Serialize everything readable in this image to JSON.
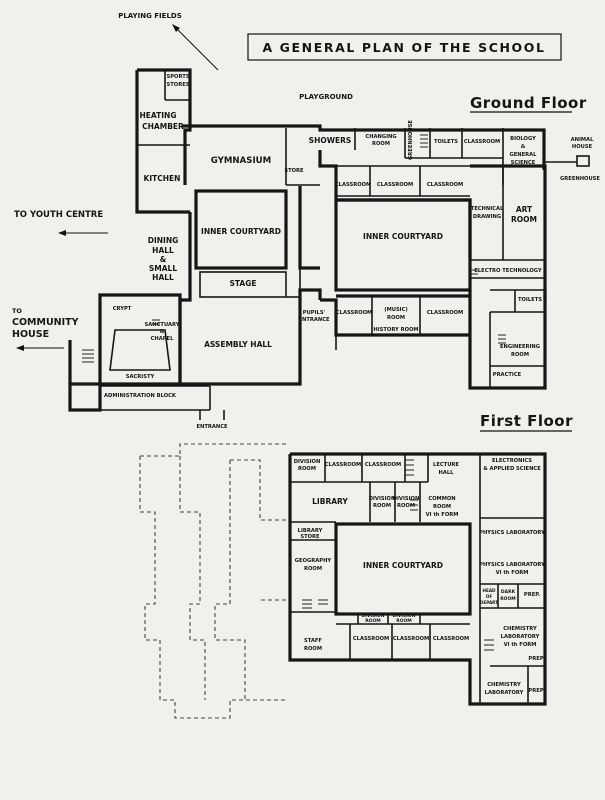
{
  "title": "A GENERAL PLAN OF THE SCHOOL",
  "ground_floor": {
    "heading": "Ground Floor",
    "outside": {
      "playing_fields": "PLAYING FIELDS",
      "playground": "PLAYGROUND",
      "youth_centre": "TO YOUTH CENTRE",
      "community_to": "TO",
      "community_1": "COMMUNITY",
      "community_2": "HOUSE",
      "entrance": "ENTRANCE",
      "animal_house_1": "ANIMAL",
      "animal_house_2": "HOUSE",
      "greenhouse": "GREENHOUSE"
    },
    "rooms": {
      "sports_stores_1": "SPORTS",
      "sports_stores_2": "STORES",
      "heating_chamber_1": "HEATING",
      "heating_chamber_2": "CHAMBER",
      "kitchen": "KITCHEN",
      "dining_1": "DINING",
      "dining_2": "HALL",
      "dining_3": "&",
      "dining_4": "SMALL",
      "dining_5": "HALL",
      "gymnasium": "GYMNASIUM",
      "store": "STORE",
      "showers": "SHOWERS",
      "changing_1": "CHANGING",
      "changing_2": "ROOM",
      "greenhouse_small": "GREENHOUSE",
      "toilets_1": "TOILETS",
      "classroom_top": "CLASSROOM",
      "biology_1": "BIOLOGY",
      "biology_2": "&",
      "biology_3": "GENERAL",
      "biology_4": "SCIENCE",
      "inner_courtyard_1": "INNER COURTYARD",
      "inner_courtyard_2": "INNER COURTYARD",
      "classroom_a": "CLASSROOM",
      "classroom_b": "CLASSROOM",
      "classroom_c": "CLASSROOM",
      "technical_1": "TECHNICAL",
      "technical_2": "DRAWING",
      "art_1": "ART",
      "art_2": "ROOM",
      "electro": "ELECTRO TECHNOLOGY",
      "stage": "STAGE",
      "pupils_1": "PUPILS'",
      "pupils_2": "ENTRANCE",
      "classroom_d": "CLASSROOM",
      "music_1": "(MUSIC)",
      "music_2": "ROOM",
      "history": "HISTORY ROOM",
      "classroom_e": "CLASSROOM",
      "toilets_2": "TOILETS",
      "engineering_1": "ENGINEERING",
      "engineering_2": "ROOM",
      "practice": "PRACTICE",
      "crypt": "CRYPT",
      "sanctuary_1": "SANCTUARY",
      "sanctuary_2": "&",
      "sanctuary_3": "CHAPEL",
      "sacristy": "SACRISTY",
      "admin": "ADMINISTRATION BLOCK",
      "assembly": "ASSEMBLY HALL"
    }
  },
  "first_floor": {
    "heading": "First Floor",
    "rooms": {
      "division_1": "DIVISION",
      "division_1b": "ROOM",
      "classroom_1": "CLASSROOM",
      "classroom_2": "CLASSROOM",
      "lecture_1": "LECTURE",
      "lecture_2": "HALL",
      "electronics_1": "ELECTRONICS",
      "electronics_2": "& APPLIED SCIENCE",
      "library": "LIBRARY",
      "division_2": "DIVISION",
      "division_2b": "ROOM",
      "division_3": "DIVISION",
      "division_3b": "ROOM",
      "common_1": "COMMON",
      "common_2": "ROOM",
      "common_3": "VI th FORM",
      "physics_lab": "PHYSICS LABORATORY",
      "library_store_1": "LIBRARY",
      "library_store_2": "STORE",
      "inner_courtyard": "INNER COURTYARD",
      "geography_1": "GEOGRAPHY",
      "geography_2": "ROOM",
      "physics_6_1": "PHYSICS LABORATORY",
      "physics_6_2": "VI th FORM",
      "head_1": "HEAD",
      "head_2": "OF",
      "head_3": "DEPART",
      "dark_1": "DARK",
      "dark_2": "ROOM",
      "prep_1": "PREP.",
      "division_4": "DIVISION",
      "division_4b": "ROOM",
      "division_5": "DIVISION",
      "division_5b": "ROOM",
      "staff_1": "STAFF",
      "staff_2": "ROOM",
      "classroom_3": "CLASSROOM",
      "classroom_4": "CLASSROOM",
      "classroom_5": "CLASSROOM",
      "chemistry_6_1": "CHEMISTRY",
      "chemistry_6_2": "LABORATORY",
      "chemistry_6_3": "VI th FORM",
      "prep_2": "PREP",
      "chemistry_1": "CHEMISTRY",
      "chemistry_2": "LABORATORY",
      "prep_3": "PREP"
    }
  }
}
